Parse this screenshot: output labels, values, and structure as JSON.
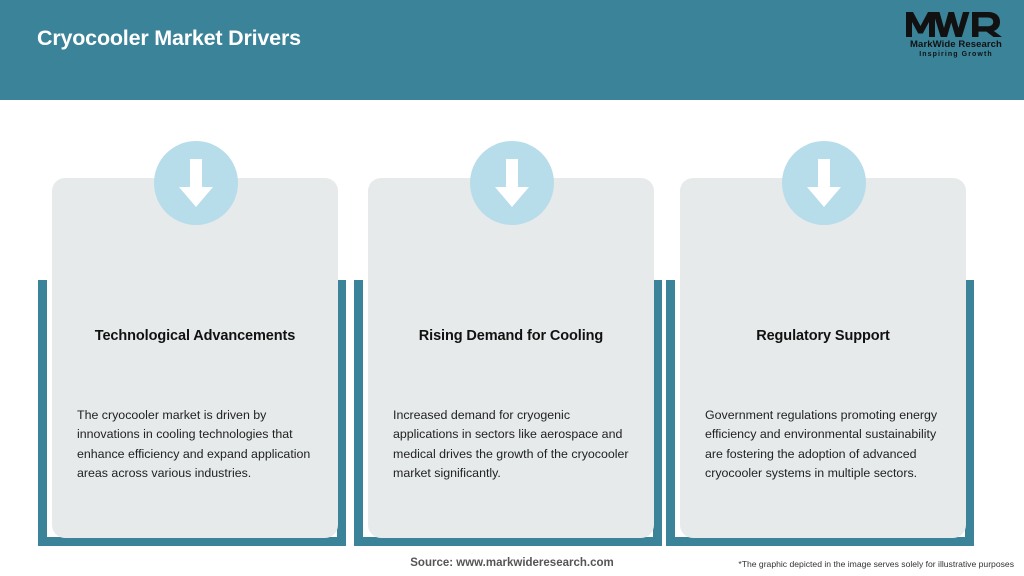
{
  "header": {
    "title": "Cryocooler Market Drivers",
    "background_color": "#3A8399",
    "title_color": "#FFFFFF"
  },
  "logo": {
    "monogram": "MWR",
    "name": "MarkWide Research",
    "tagline": "Inspiring Growth",
    "color": "#111111"
  },
  "cards": [
    {
      "icon": "arrow-down-icon",
      "title": "Technological Advancements",
      "body": "The cryocooler market is driven by innovations in cooling technologies that enhance efficiency and expand application areas across various industries."
    },
    {
      "icon": "arrow-down-icon",
      "title": "Rising Demand for Cooling",
      "body": "Increased demand for cryogenic applications in sectors like aerospace and medical drives the growth of the cryocooler market significantly."
    },
    {
      "icon": "arrow-down-icon",
      "title": "Regulatory Support",
      "body": "Government regulations promoting energy efficiency and environmental sustainability are fostering the adoption of advanced cryocooler systems in multiple sectors."
    }
  ],
  "footer": {
    "source": "Source: www.markwideresearch.com",
    "disclaimer": "*The graphic depicted in the image serves solely for illustrative purposes"
  },
  "colors": {
    "accent_teal": "#3A8399",
    "card_grey": "#E6EAEB",
    "icon_circle_blue": "#B7DCEA",
    "page_background": "#FFFFFF"
  }
}
